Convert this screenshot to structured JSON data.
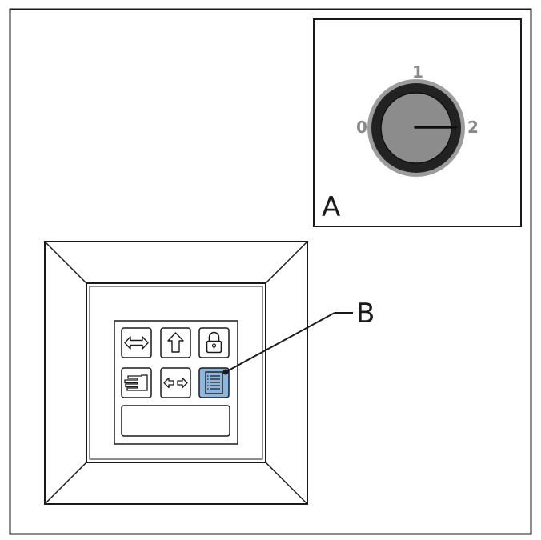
{
  "colors": {
    "line": "#1a1a1a",
    "knob_ring": "#9c9c9c",
    "knob_body": "#8c8c8c",
    "scale_text": "#8a8a8a",
    "highlight": "#8db6de"
  },
  "switch": {
    "label": "A",
    "positions": [
      "0",
      "1",
      "2"
    ],
    "current_position": "2"
  },
  "panel": {
    "callout_label": "B",
    "buttons": [
      {
        "icon": "double-arrow-horizontal-icon",
        "highlighted": false
      },
      {
        "icon": "arrow-up-icon",
        "highlighted": false
      },
      {
        "icon": "padlock-icon",
        "highlighted": false
      },
      {
        "icon": "hand-icon",
        "highlighted": false
      },
      {
        "icon": "split-arrows-horizontal-icon",
        "highlighted": false
      },
      {
        "icon": "list-document-icon",
        "highlighted": true
      }
    ],
    "display_text": ""
  }
}
